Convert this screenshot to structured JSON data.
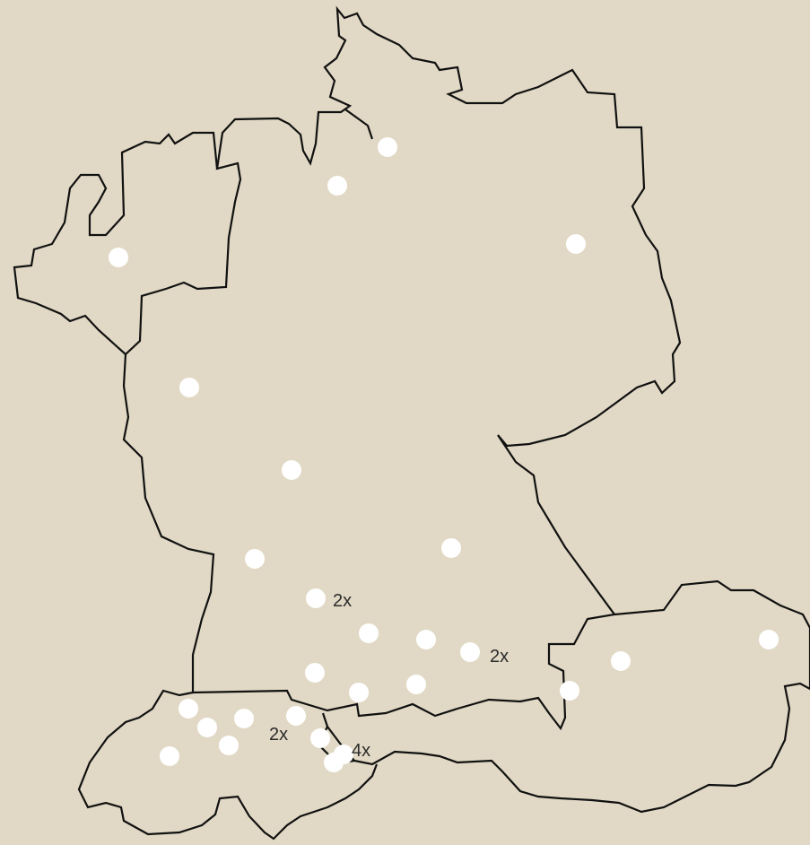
{
  "map": {
    "colors": {
      "background": "#e1d9c5",
      "border": "#111111",
      "marker": "#ffffff",
      "label": "#2b2b2b"
    },
    "count_labels": [
      "2x",
      "2x",
      "2x",
      "4x"
    ]
  }
}
